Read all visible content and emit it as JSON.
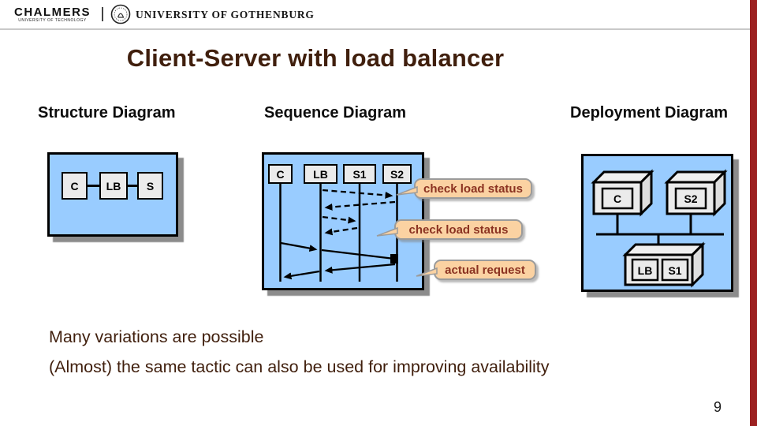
{
  "header": {
    "chalmers_wordmark": "CHALMERS",
    "chalmers_subtitle": "UNIVERSITY OF TECHNOLOGY",
    "gothenburg_wordmark": "UNIVERSITY OF GOTHENBURG"
  },
  "title": "Client-Server with load balancer",
  "diagrams": {
    "structure": {
      "label": "Structure Diagram",
      "nodes": [
        {
          "label": "C"
        },
        {
          "label": "LB"
        },
        {
          "label": "S"
        }
      ]
    },
    "sequence": {
      "label": "Sequence Diagram",
      "lifelines": [
        {
          "label": "C"
        },
        {
          "label": "LB"
        },
        {
          "label": "S1"
        },
        {
          "label": "S2"
        }
      ],
      "messages": [
        {
          "from": "LB",
          "to": "S2",
          "style": "dashed"
        },
        {
          "from": "S2",
          "to": "LB",
          "style": "dashed"
        },
        {
          "from": "LB",
          "to": "S1",
          "style": "dashed"
        },
        {
          "from": "S1",
          "to": "LB",
          "style": "dashed"
        },
        {
          "from": "C",
          "to": "LB",
          "style": "solid"
        },
        {
          "from": "LB",
          "to": "S2",
          "style": "solid"
        },
        {
          "from": "S2",
          "to": "LB",
          "style": "solid"
        },
        {
          "from": "LB",
          "to": "C",
          "style": "solid"
        }
      ],
      "callouts": [
        {
          "label": "check load status"
        },
        {
          "label": "check load status"
        },
        {
          "label": "actual request"
        }
      ]
    },
    "deployment": {
      "label": "Deployment Diagram",
      "nodes": [
        {
          "label": "C"
        },
        {
          "label": "S2"
        },
        {
          "label": "LB"
        },
        {
          "label": "S1"
        }
      ]
    }
  },
  "body_text": {
    "line1": "Many variations are possible",
    "line2": "(Almost) the same tactic can also be used for improving availability"
  },
  "page_number": "9",
  "colors": {
    "diagram_fill": "#99CCFF",
    "node_fill": "#EBEBEB",
    "callout_fill": "#FBD2A2",
    "callout_text": "#8B3221",
    "accent_bar": "#9C2121",
    "shadow": "#8C8C8C"
  }
}
